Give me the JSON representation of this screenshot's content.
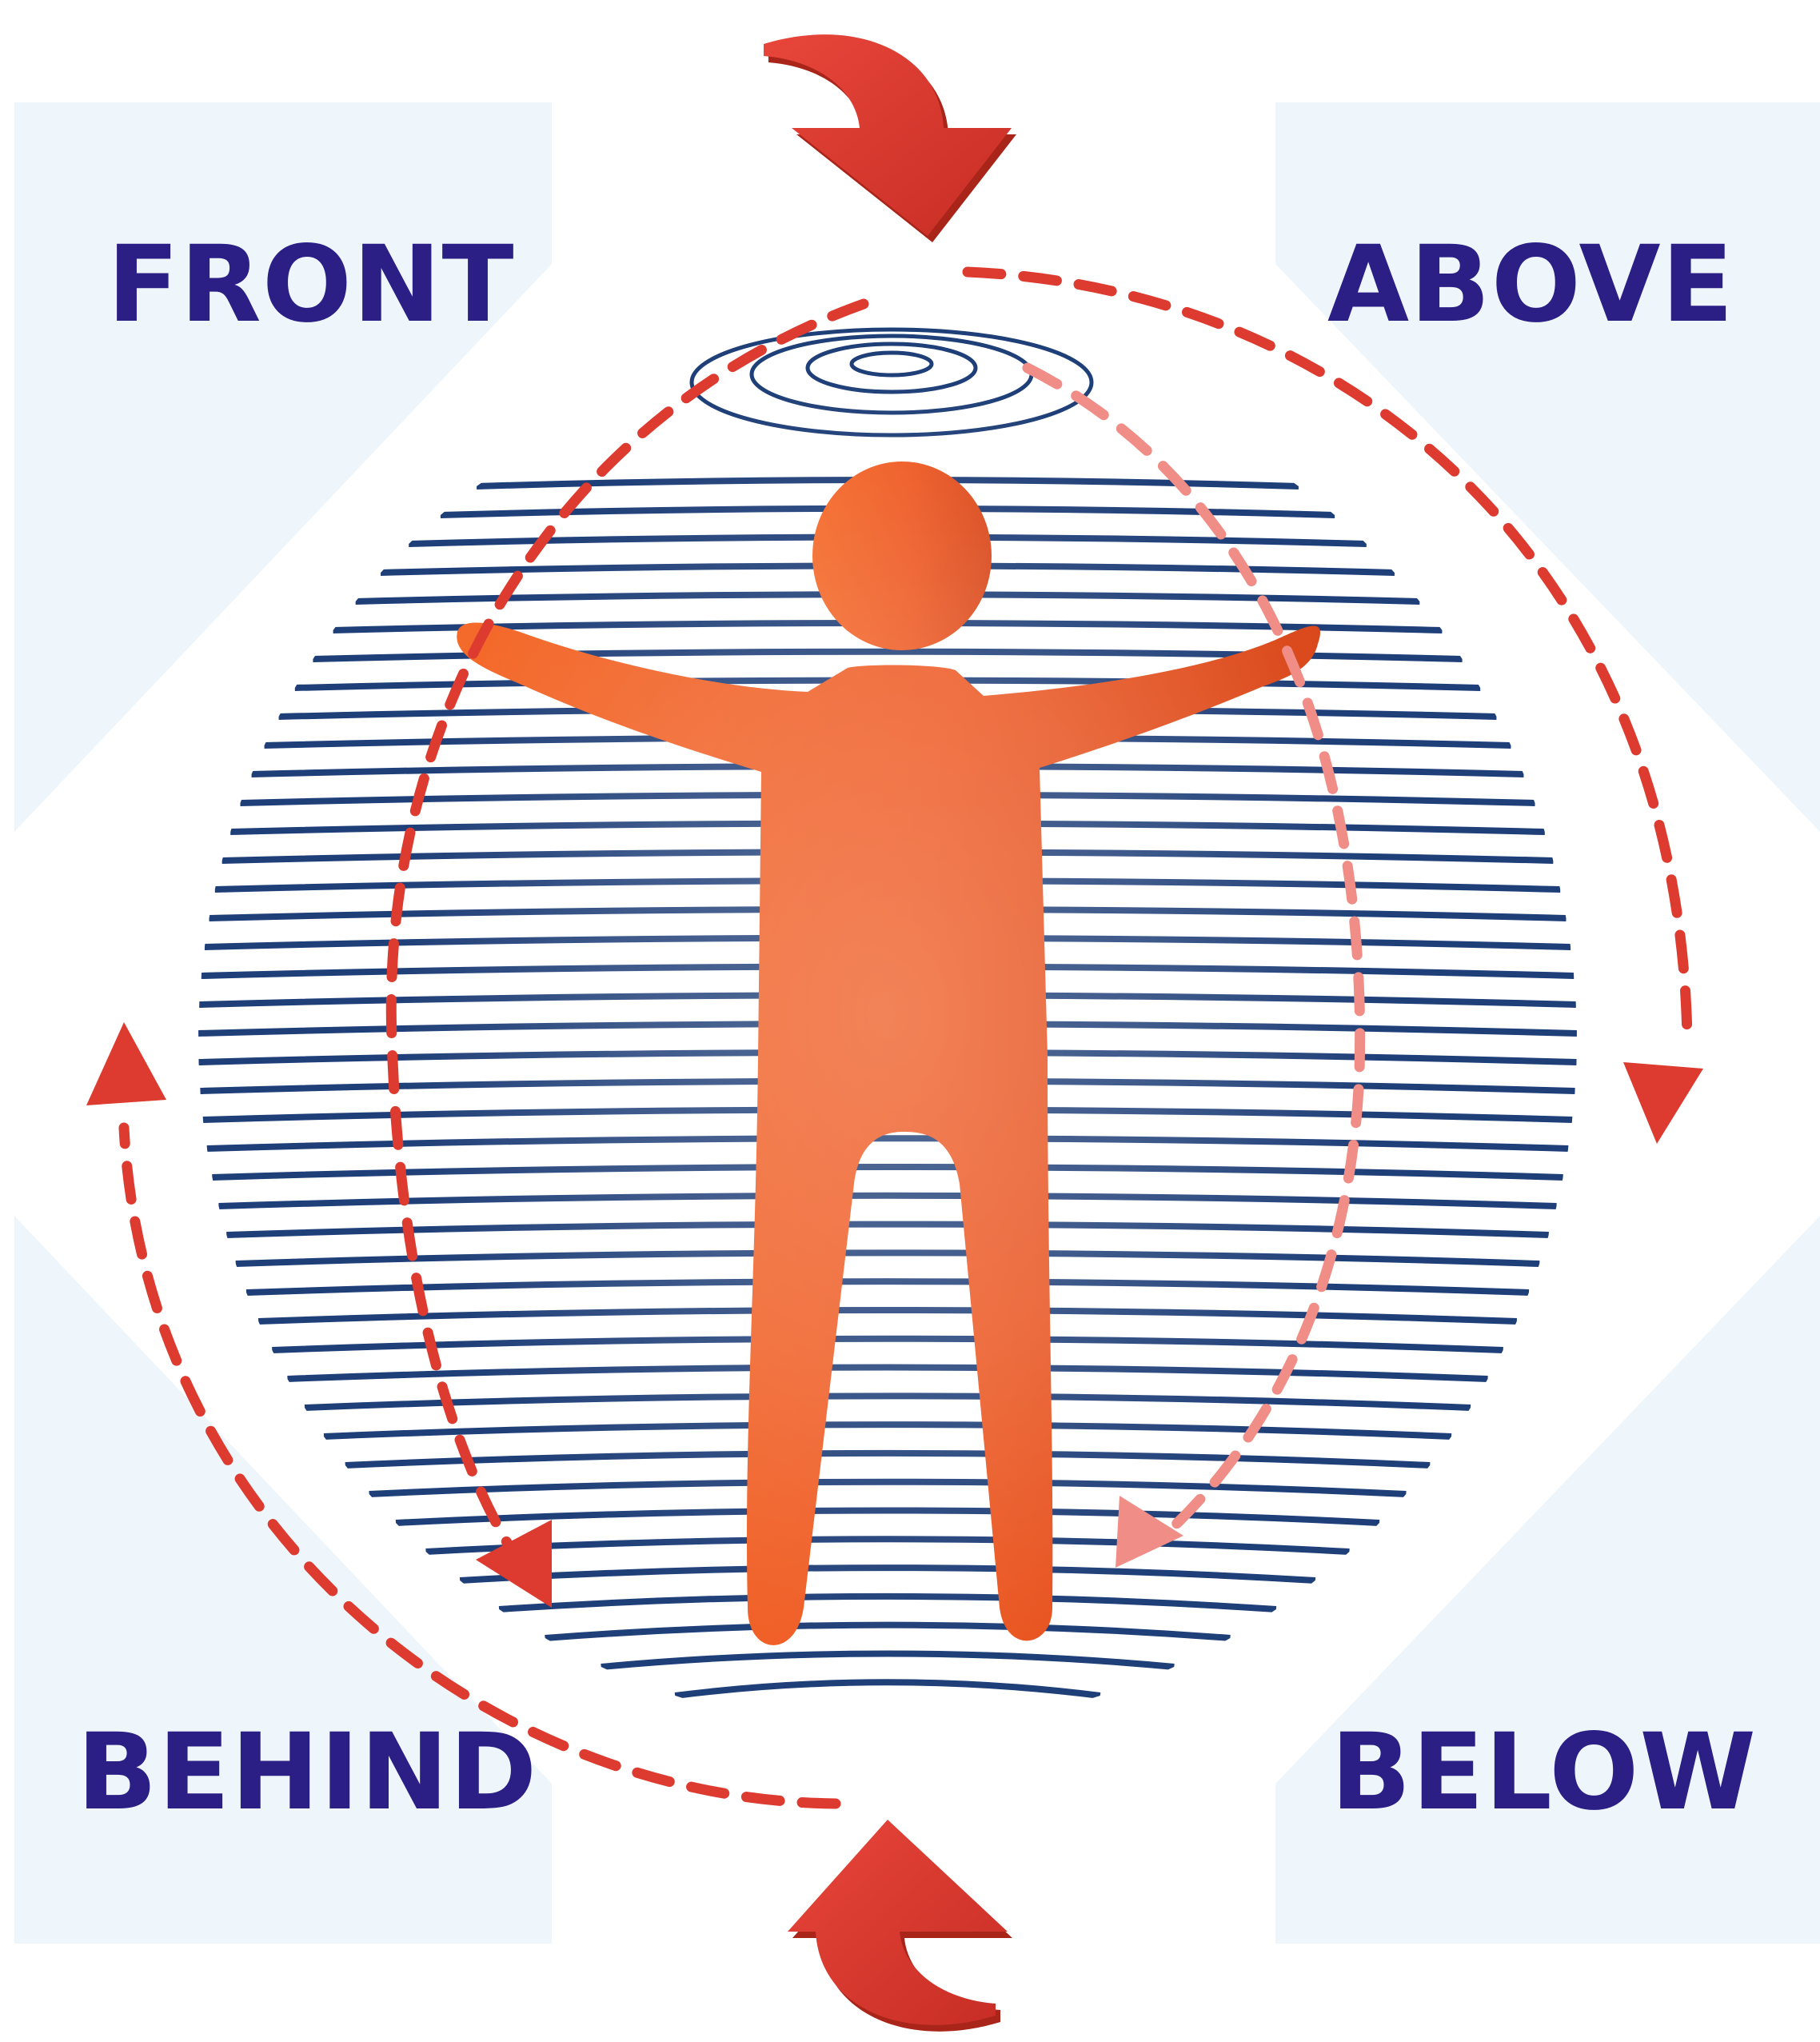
{
  "labels": {
    "front": "FRONT",
    "above": "ABOVE",
    "behind": "BEHIND",
    "below": "BELOW"
  },
  "icons": {
    "figure": "person-figure-icon",
    "sphere": "striped-sphere-icon",
    "top_arrow": "curved-arrow-down-icon",
    "bottom_arrow": "curved-arrow-up-icon"
  },
  "colors": {
    "label": "#2b1f86",
    "figure": "#ee5a24",
    "arrow": "#dd3b30",
    "sphere_line": "#1f3f78",
    "panel": "#eef6fc"
  }
}
